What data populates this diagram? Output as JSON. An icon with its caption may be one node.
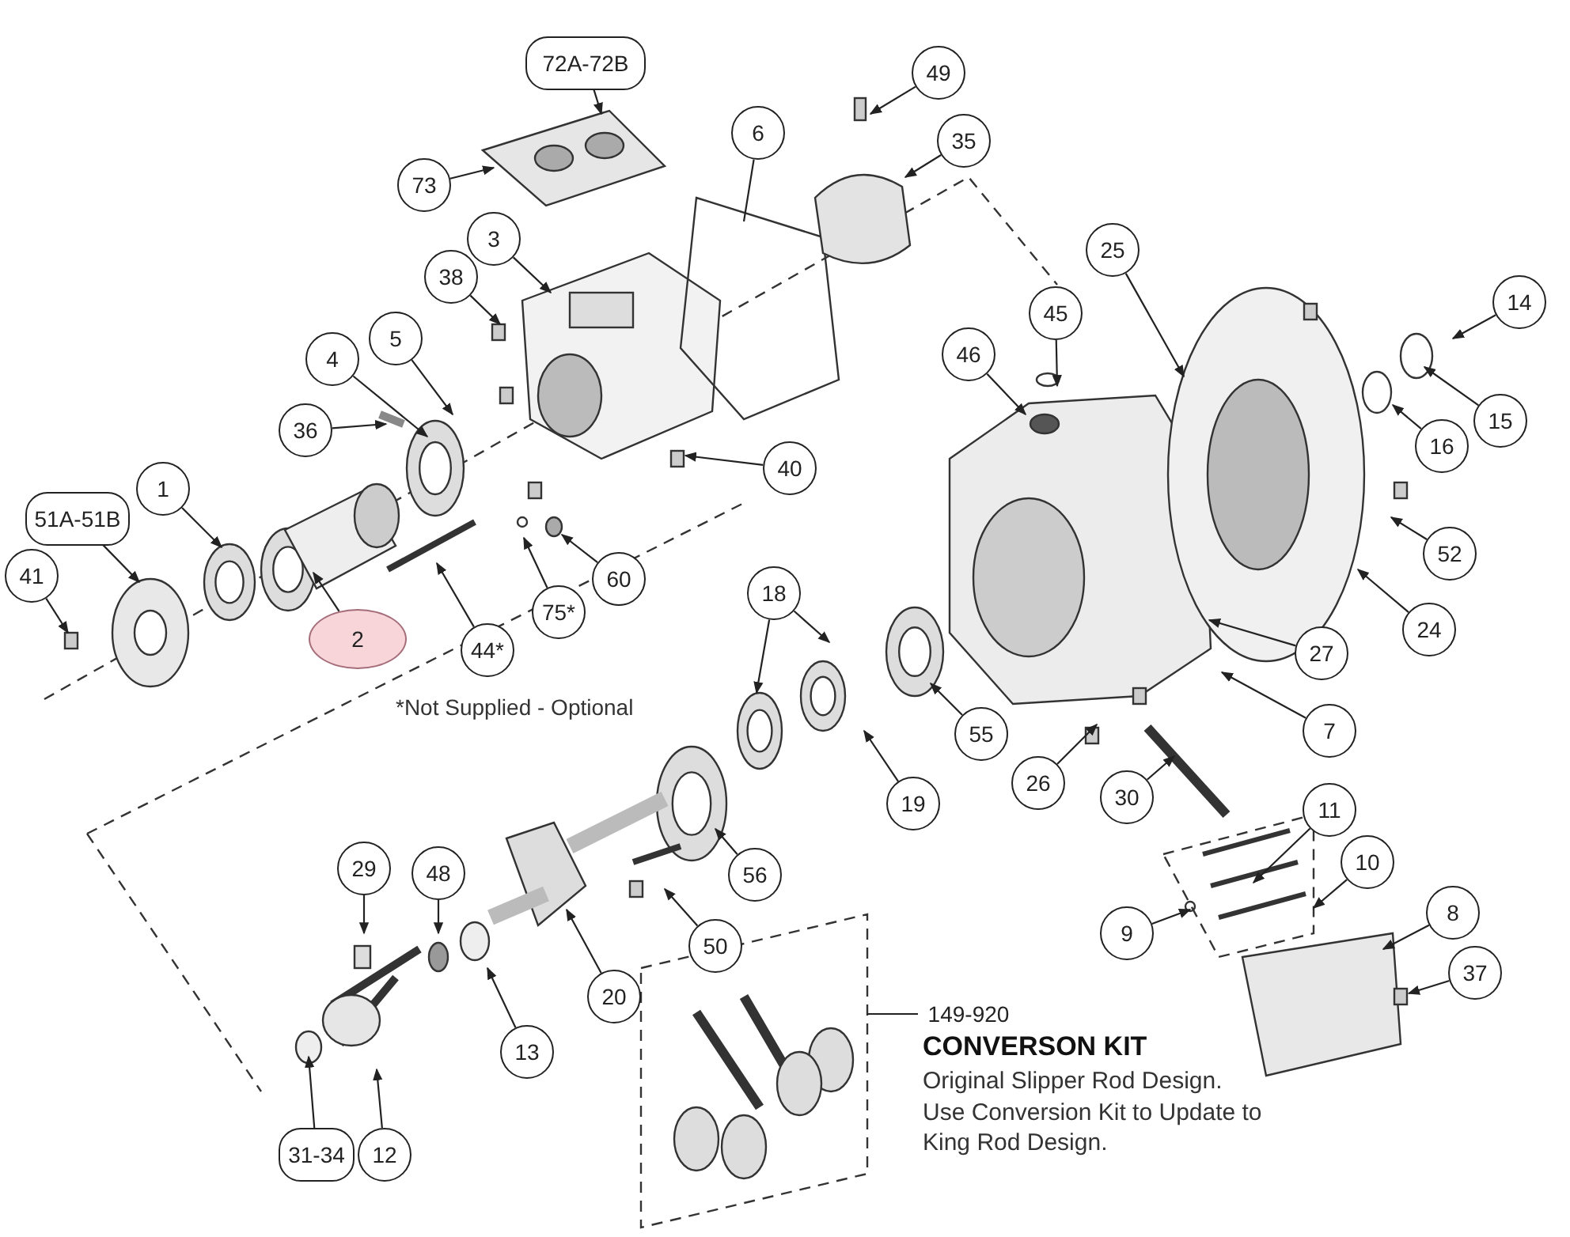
{
  "diagram": {
    "nodes": [
      {
        "text": [
          "72A-72B"
        ]
      },
      {
        "text": [
          "49"
        ]
      },
      {
        "text": [
          "6"
        ]
      },
      {
        "text": [
          "35"
        ]
      },
      {
        "text": [
          "73"
        ]
      },
      {
        "text": [
          "3"
        ]
      },
      {
        "text": [
          "38"
        ]
      },
      {
        "text": [
          "25"
        ]
      },
      {
        "text": [
          "14"
        ]
      },
      {
        "text": [
          "45"
        ]
      },
      {
        "text": [
          "46"
        ]
      },
      {
        "text": [
          "5"
        ]
      },
      {
        "text": [
          "4"
        ]
      },
      {
        "text": [
          "36"
        ]
      },
      {
        "text": [
          "15"
        ]
      },
      {
        "text": [
          "16"
        ]
      },
      {
        "text": [
          "40"
        ]
      },
      {
        "text": [
          "1"
        ]
      },
      {
        "text": [
          "60"
        ]
      },
      {
        "text": [
          "52"
        ]
      },
      {
        "text": [
          "51A-51B"
        ]
      },
      {
        "text": [
          "41"
        ]
      },
      {
        "text": [
          "18"
        ]
      },
      {
        "text": [
          "2"
        ]
      },
      {
        "text": [
          "75*"
        ]
      },
      {
        "text": [
          "44*"
        ]
      },
      {
        "text": [
          "24"
        ]
      },
      {
        "text": [
          "27"
        ]
      },
      {
        "text": [
          "55"
        ]
      },
      {
        "text": [
          "7"
        ]
      },
      {
        "text": [
          "19"
        ]
      },
      {
        "text": [
          "26"
        ]
      },
      {
        "text": [
          "30"
        ]
      },
      {
        "text": [
          "11"
        ]
      },
      {
        "text": [
          "10"
        ]
      },
      {
        "text": [
          "56"
        ]
      },
      {
        "text": [
          "29"
        ]
      },
      {
        "text": [
          "48"
        ]
      },
      {
        "text": [
          "9"
        ]
      },
      {
        "text": [
          "8"
        ]
      },
      {
        "text": [
          "50"
        ]
      },
      {
        "text": [
          "20"
        ]
      },
      {
        "text": [
          "37"
        ]
      },
      {
        "text": [
          "149-920"
        ]
      },
      {
        "text": [
          "13"
        ]
      },
      {
        "text": [
          "31-34"
        ]
      },
      {
        "text": [
          "12"
        ]
      }
    ],
    "edges": [
      {
        "from": 0,
        "to": null,
        "arrow": "to"
      },
      {
        "from": 1,
        "to": null,
        "arrow": "to"
      },
      {
        "from": 2,
        "to": null,
        "arrow": "none"
      },
      {
        "from": 3,
        "to": null,
        "arrow": "to"
      },
      {
        "from": 4,
        "to": null,
        "arrow": "to"
      },
      {
        "from": 5,
        "to": null,
        "arrow": "to"
      },
      {
        "from": 6,
        "to": null,
        "arrow": "to"
      },
      {
        "from": 7,
        "to": null,
        "arrow": "to"
      },
      {
        "from": 8,
        "to": null,
        "arrow": "to"
      },
      {
        "from": 9,
        "to": null,
        "arrow": "to"
      },
      {
        "from": 10,
        "to": null,
        "arrow": "to"
      },
      {
        "from": 11,
        "to": null,
        "arrow": "to"
      },
      {
        "from": 12,
        "to": null,
        "arrow": "to"
      },
      {
        "from": 13,
        "to": null,
        "arrow": "to"
      },
      {
        "from": 14,
        "to": null,
        "arrow": "to"
      },
      {
        "from": 15,
        "to": null,
        "arrow": "to"
      },
      {
        "from": 16,
        "to": null,
        "arrow": "to"
      },
      {
        "from": 17,
        "to": null,
        "arrow": "to"
      },
      {
        "from": 18,
        "to": null,
        "arrow": "to"
      },
      {
        "from": 19,
        "to": null,
        "arrow": "to"
      },
      {
        "from": 20,
        "to": null,
        "arrow": "to"
      },
      {
        "from": 21,
        "to": null,
        "arrow": "to"
      },
      {
        "from": 22,
        "to": null,
        "arrow": "to"
      },
      {
        "from": 22,
        "to": null,
        "arrow": "to"
      },
      {
        "from": 23,
        "to": null,
        "arrow": "to"
      },
      {
        "from": 24,
        "to": null,
        "arrow": "to"
      },
      {
        "from": 25,
        "to": null,
        "arrow": "to"
      },
      {
        "from": 26,
        "to": null,
        "arrow": "to"
      },
      {
        "from": 27,
        "to": null,
        "arrow": "to"
      },
      {
        "from": 28,
        "to": null,
        "arrow": "to"
      },
      {
        "from": 29,
        "to": null,
        "arrow": "to"
      },
      {
        "from": 30,
        "to": null,
        "arrow": "to"
      },
      {
        "from": 31,
        "to": null,
        "arrow": "to"
      },
      {
        "from": 32,
        "to": null,
        "arrow": "to"
      },
      {
        "from": 33,
        "to": null,
        "arrow": "to"
      },
      {
        "from": 34,
        "to": null,
        "arrow": "to"
      },
      {
        "from": 35,
        "to": null,
        "arrow": "to"
      },
      {
        "from": 36,
        "to": null,
        "arrow": "to"
      },
      {
        "from": 37,
        "to": null,
        "arrow": "to"
      },
      {
        "from": 38,
        "to": null,
        "arrow": "to"
      },
      {
        "from": 39,
        "to": null,
        "arrow": "to"
      },
      {
        "from": 40,
        "to": null,
        "arrow": "to"
      },
      {
        "from": 41,
        "to": null,
        "arrow": "to"
      },
      {
        "from": 42,
        "to": null,
        "arrow": "to"
      },
      {
        "from": 43,
        "to": null,
        "arrow": "none"
      },
      {
        "from": 44,
        "to": null,
        "arrow": "to"
      },
      {
        "from": 45,
        "to": null,
        "arrow": "to"
      },
      {
        "from": 46,
        "to": null,
        "arrow": "to"
      }
    ],
    "labels": [
      "*Not Supplied - Optional",
      "CONVERSON KIT",
      "Original Slipper Rod Design. Use Conversion Kit to Update to King Rod Design."
    ]
  }
}
